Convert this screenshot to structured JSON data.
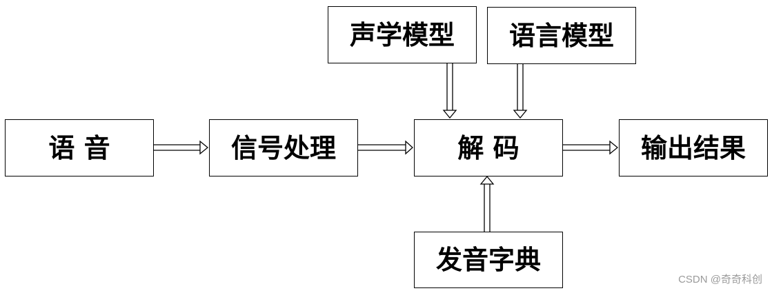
{
  "nodes": {
    "speech": "语 音",
    "signal_processing": "信号处理",
    "decoding": "解 码",
    "output": "输出结果",
    "acoustic_model": "声学模型",
    "language_model": "语言模型",
    "pronunciation_dict": "发音字典"
  },
  "watermark": "CSDN @奇奇科创"
}
